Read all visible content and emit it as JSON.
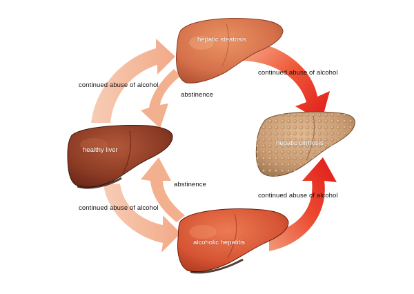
{
  "diagram": {
    "stages": {
      "healthy": "healthy liver",
      "steatosis": "hepatic steatosis",
      "hepatitis": "alcoholic hepatitis",
      "cirrhosis": "hepatic cirrhosis"
    },
    "arrows": {
      "healthy_to_steatosis": "continued abuse of alcohol",
      "steatosis_to_healthy": "abstinence",
      "healthy_to_hepatitis": "continued abuse of alcohol",
      "hepatitis_to_healthy": "abstinence",
      "steatosis_to_cirrhosis": "continued abuse of alcohol",
      "hepatitis_to_cirrhosis": "continued abuse of alcohol"
    },
    "colors": {
      "reversible_arrow": "#f2a783",
      "progression_arrow": "#e8241f",
      "healthy_liver": "#8a3a24",
      "steatosis_liver": "#d4704a",
      "hepatitis_liver": "#d65534",
      "cirrhosis_liver": "#c89a72"
    }
  }
}
